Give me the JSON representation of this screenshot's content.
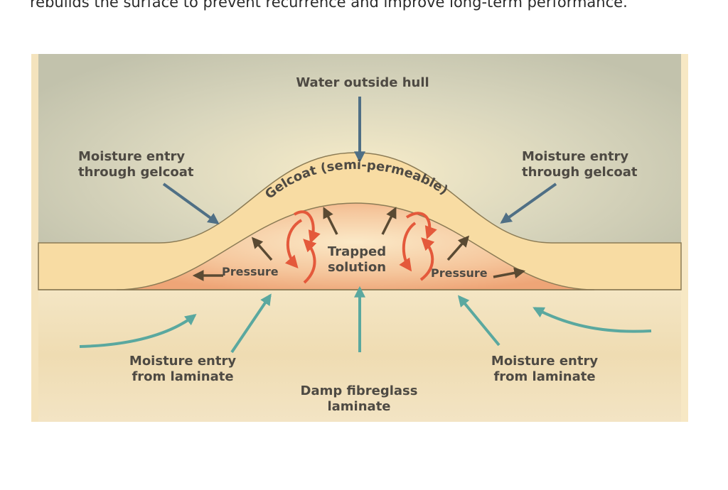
{
  "intro": {
    "text": "rebuilds the surface to prevent recurrence and improve long-term performance."
  },
  "diagram": {
    "labels": {
      "water_outside_hull": "Water outside hull",
      "moisture_gelcoat_left_1": "Moisture entry",
      "moisture_gelcoat_left_2": "through gelcoat",
      "moisture_gelcoat_right_1": "Moisture entry",
      "moisture_gelcoat_right_2": "through gelcoat",
      "gelcoat": "Gelcoat (semi-permeable)",
      "trapped_1": "Trapped",
      "trapped_2": "solution",
      "pressure_left": "Pressure",
      "pressure_right": "Pressure",
      "moisture_laminate_left_1": "Moisture entry",
      "moisture_laminate_left_2": "from laminate",
      "moisture_laminate_right_1": "Moisture entry",
      "moisture_laminate_right_2": "from laminate",
      "laminate_1": "Damp fibreglass",
      "laminate_2": "laminate"
    },
    "colors": {
      "water_background": "#c7c6b2",
      "gelcoat": "#f8dca3",
      "gelcoat_outline": "#8b7b55",
      "trapped_solution": "#f1b488",
      "laminate": "#efdcb4",
      "water_arrow": "#4f6f85",
      "laminate_arrow": "#5aa89f",
      "pressure_arrow": "#5a4a33",
      "circulation_arrow": "#e4593b",
      "text": "#4e4a43"
    }
  }
}
